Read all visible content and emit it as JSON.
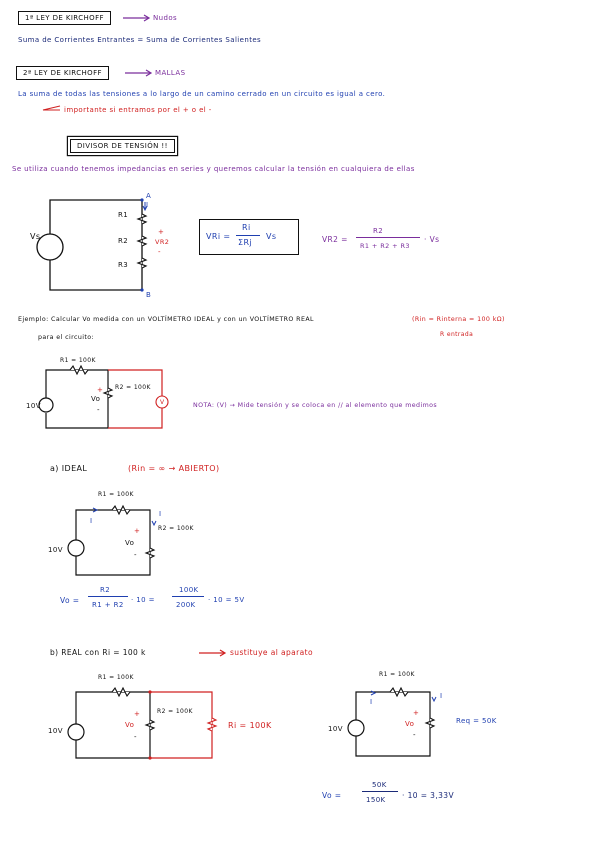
{
  "law1": {
    "title": "1ª LEY DE KIRCHOFF",
    "arrow_note": "Nudos",
    "statement": "Suma de Corrientes Entrantes = Suma de Corrientes Salientes"
  },
  "law2": {
    "title": "2ª LEY DE KIRCHOFF",
    "arrow_note": "MALLAS",
    "statement": "La suma de todas las tensiones a lo largo de un camino cerrado en un circuito es igual a cero.",
    "note": "importante si entramos por el + o el -"
  },
  "divider": {
    "title": "DIVISOR DE TENSIÓN !!",
    "description": "Se utiliza cuando tenemos impedancias en series y queremos calcular la tensión en cualquiera de ellas",
    "circuit": {
      "source": "Vs",
      "node_a": "A",
      "node_b": "B",
      "current": "I",
      "r1": "R1",
      "r2": "R2",
      "r3": "R3",
      "vr2_label": "VR2",
      "plus": "+",
      "minus": "-"
    },
    "formula1": {
      "lhs": "VRi =",
      "num": "Ri",
      "den": "ΣRj",
      "tail": "Vs"
    },
    "formula2": {
      "lhs": "VR2 =",
      "num": "R2",
      "den": "R1 + R2 + R3",
      "tail": "· Vs"
    }
  },
  "example": {
    "intro": "Ejemplo: Calcular Vo medida con un VOLTÍMETRO IDEAL y con un VOLTÍMETRO REAL",
    "rin_note": "(Rin = Rinterna = 100 kΩ)",
    "rin_sub": "R entrada",
    "intro2": "para el circuito:",
    "circuit": {
      "r1": "R1 = 100K",
      "r2": "R2 = 100K",
      "source": "10V",
      "vo": "Vo",
      "meter": "V"
    },
    "nota": "NOTA: (V) → Mide tensión y se coloca en // al elemento que medimos"
  },
  "ideal": {
    "heading": "a) IDEAL",
    "condition": "(Rin = ∞ → ABIERTO)",
    "circuit": {
      "r1": "R1 = 100K",
      "r2": "R2 = 100K",
      "source": "10V",
      "vo": "Vo",
      "current": "I"
    },
    "result": {
      "lhs": "Vo =",
      "num1": "R2",
      "den1": "R1 + R2",
      "mid": "· 10 =",
      "num2": "100K",
      "den2": "200K",
      "tail": "· 10 = 5V"
    }
  },
  "real": {
    "heading": "b) REAL con Ri = 100 k",
    "note": "sustituye al aparato",
    "circuit": {
      "r1": "R1 = 100K",
      "r2": "R2 = 100K",
      "ri": "Ri = 100K",
      "source": "10V",
      "vo": "Vo"
    },
    "equiv": {
      "r1": "R1 = 100K",
      "source": "10V",
      "vo": "Vo",
      "req": "Req = 50K",
      "current": "I"
    },
    "result": {
      "lhs": "Vo =",
      "num": "50K",
      "den": "150K",
      "tail": "· 10 = 3,33V"
    }
  },
  "colors": {
    "blue": "#1f3fb0",
    "purple": "#7a2d9c",
    "red": "#d02020"
  }
}
